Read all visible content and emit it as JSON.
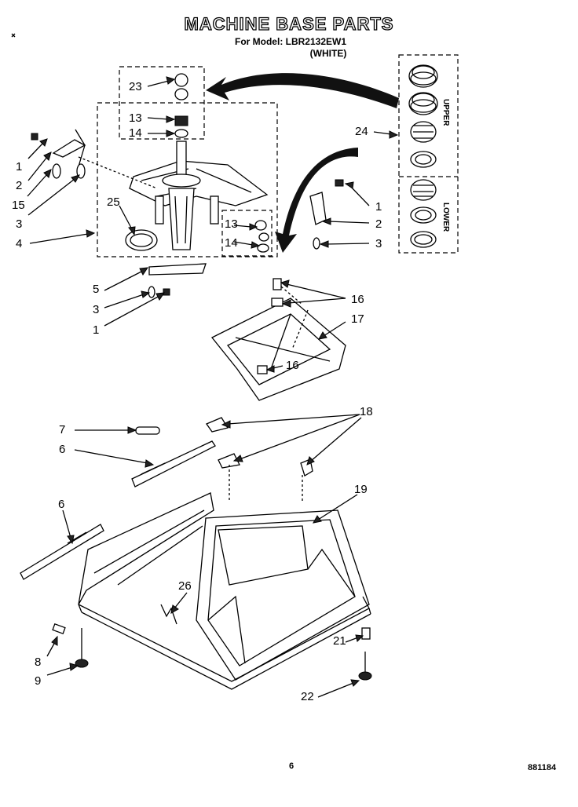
{
  "header": {
    "title": "MACHINE BASE PARTS",
    "model_line": "For Model: LBR2132EW1",
    "color": "(WHITE)"
  },
  "kit_panel": {
    "upper_label": "UPPER",
    "lower_label": "LOWER"
  },
  "callouts": {
    "c23": "23",
    "c13a": "13",
    "c14a": "14",
    "c13b": "13",
    "c14b": "14",
    "c24": "24",
    "c1a": "1",
    "c2a": "2",
    "c15": "15",
    "c3a": "3",
    "c4": "4",
    "c25": "25",
    "c5": "5",
    "c3b": "3",
    "c1b": "1",
    "c1c": "1",
    "c2b": "2",
    "c3c": "3",
    "c16a": "16",
    "c17": "17",
    "c16b": "16",
    "c18": "18",
    "c7": "7",
    "c6a": "6",
    "c6b": "6",
    "c19": "19",
    "c26": "26",
    "c21": "21",
    "c8": "8",
    "c9": "9",
    "c22": "22"
  },
  "footer": {
    "page_number": "6",
    "doc_code": "881184"
  },
  "icons": [
    "arrow-icon",
    "leveling-foot-icon",
    "gearcase-icon"
  ]
}
